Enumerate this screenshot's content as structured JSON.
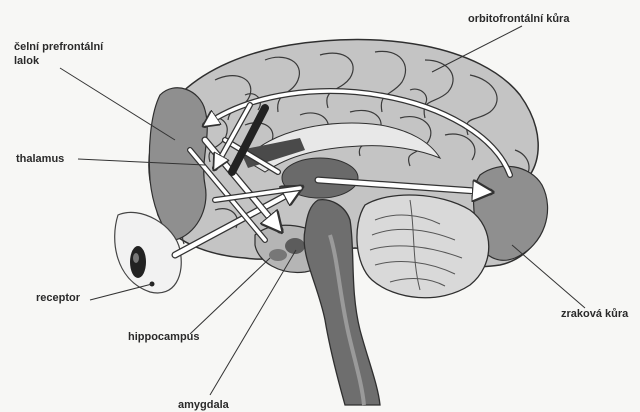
{
  "labels": {
    "prefrontal_line1": "čelní prefrontální",
    "prefrontal_line2": "lalok",
    "thalamus": "thalamus",
    "orbitofrontal": "orbitofrontální kůra",
    "receptor": "receptor",
    "hippocampus": "hippocampus",
    "amygdala": "amygdala",
    "zrakova": "zraková kůra"
  },
  "colors": {
    "cortex": "#c4c4c4",
    "shaded_region": "#8f8f8f",
    "dark_region": "#5c5c5c",
    "outline": "#2f2f2f",
    "arrow": "#ffffff",
    "background": "#f7f7f5"
  }
}
